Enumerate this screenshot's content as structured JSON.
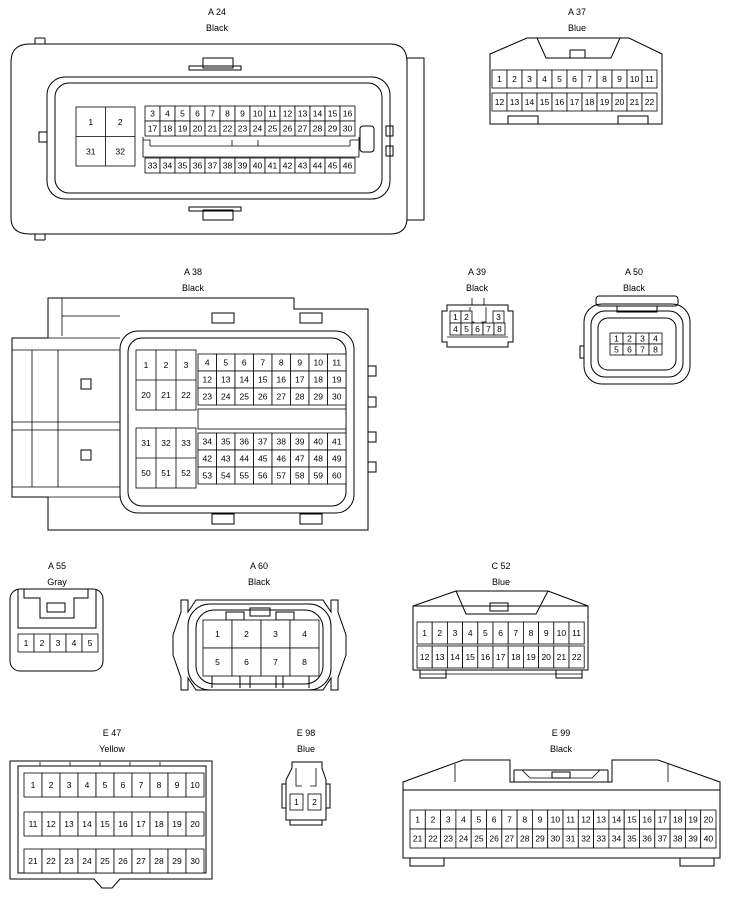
{
  "connectors": [
    {
      "id": "A 24",
      "color": "Black"
    },
    {
      "id": "A 37",
      "color": "Blue"
    },
    {
      "id": "A 38",
      "color": "Black"
    },
    {
      "id": "A 39",
      "color": "Black"
    },
    {
      "id": "A 50",
      "color": "Black"
    },
    {
      "id": "A 55",
      "color": "Gray"
    },
    {
      "id": "A 60",
      "color": "Black"
    },
    {
      "id": "C 52",
      "color": "Blue"
    },
    {
      "id": "E 47",
      "color": "Yellow"
    },
    {
      "id": "E 98",
      "color": "Blue"
    },
    {
      "id": "E 99",
      "color": "Black"
    }
  ]
}
